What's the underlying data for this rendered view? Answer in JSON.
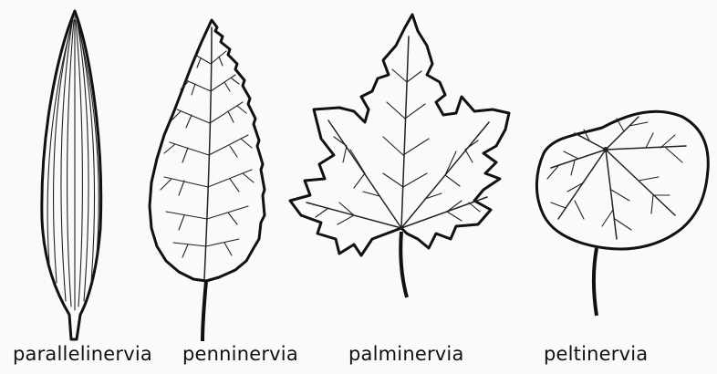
{
  "diagram": {
    "leaves": [
      {
        "label": "parallelinervia",
        "icon": "parallel-veined-leaf-icon"
      },
      {
        "label": "penninervia",
        "icon": "pinnate-veined-leaf-icon"
      },
      {
        "label": "palminervia",
        "icon": "palmate-veined-leaf-icon"
      },
      {
        "label": "peltinervia",
        "icon": "peltate-veined-leaf-icon"
      }
    ],
    "colors": {
      "ink": "#111111",
      "paper": "#fafafa"
    }
  }
}
